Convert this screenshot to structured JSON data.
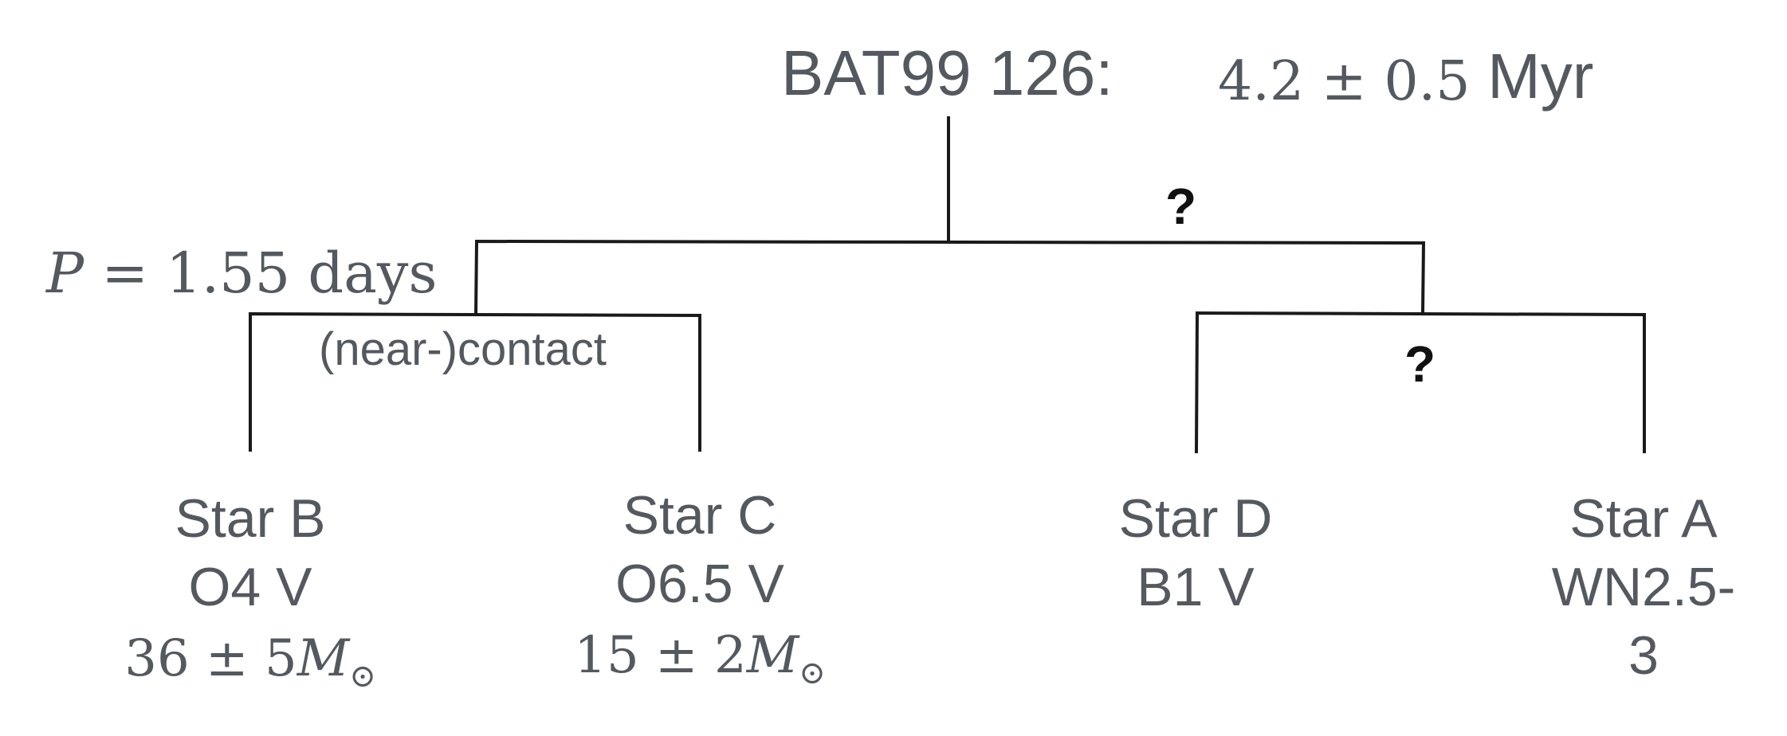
{
  "system": {
    "title": "BAT99 126:",
    "age_value": "4.2 ± 0.5",
    "age_unit": "Myr"
  },
  "unknown_marks": {
    "top": "?",
    "right": "?"
  },
  "inner_binary": {
    "period_symbol": "P",
    "period_value": "= 1.55 days",
    "configuration": "(near-)contact"
  },
  "stars": [
    {
      "name": "Star B",
      "spectral_type": "O4 V",
      "mass_value": "36 ± 5",
      "mass_symbol": "M",
      "mass_subscript": "⊙"
    },
    {
      "name": "Star C",
      "spectral_type": "O6.5 V",
      "mass_value": "15 ± 2",
      "mass_symbol": "M",
      "mass_subscript": "⊙"
    },
    {
      "name": "Star D",
      "spectral_type": "B1 V"
    },
    {
      "name": "Star A",
      "spectral_type": "WN2.5-3"
    }
  ],
  "colors": {
    "text": "#545960",
    "lines": "#1a1a1a",
    "question_marks": "#111111",
    "background": "#ffffff"
  }
}
